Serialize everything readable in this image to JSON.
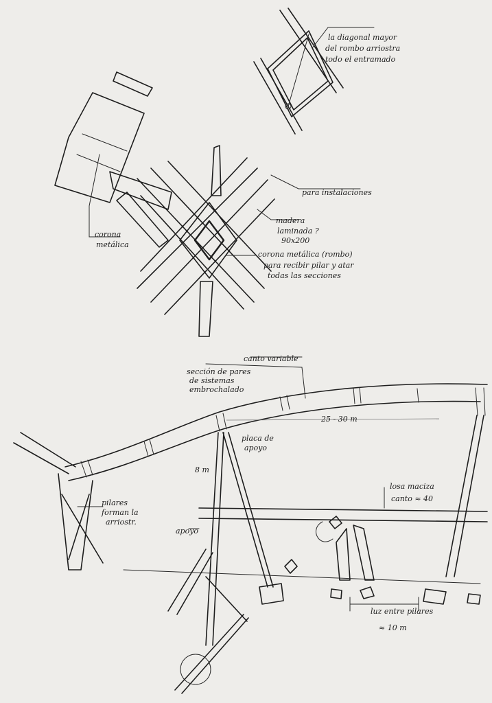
{
  "annotations": {
    "diagonal": [
      "la diagonal mayor",
      "del rombo arriostra",
      "todo el entramado"
    ],
    "instalaciones": "para instalaciones",
    "madera": [
      "madera",
      "laminada ?",
      "90x200"
    ],
    "corona_rombo": [
      "corona metálica (rombo)",
      "para recibir pilar y atar",
      "todas las secciones"
    ],
    "corona_left": [
      "corona",
      "metálica"
    ],
    "canto": "canto variable",
    "seccion": [
      "sección de pares",
      "de sistemas",
      "embrochalado"
    ],
    "span": "25 - 30 m",
    "placa": [
      "placa de",
      "apoyo"
    ],
    "height": "8 m",
    "pilares": [
      "pilares",
      "forman la",
      "arriostr."
    ],
    "apoyo": "apoyo",
    "losa": [
      "losa maciza",
      "canto ≈ 40"
    ],
    "luz": "luz entre pilares",
    "luz_value": "≈ 10 m"
  },
  "colors": {
    "paper": "#eeedea",
    "ink": "#1e1e1e"
  }
}
